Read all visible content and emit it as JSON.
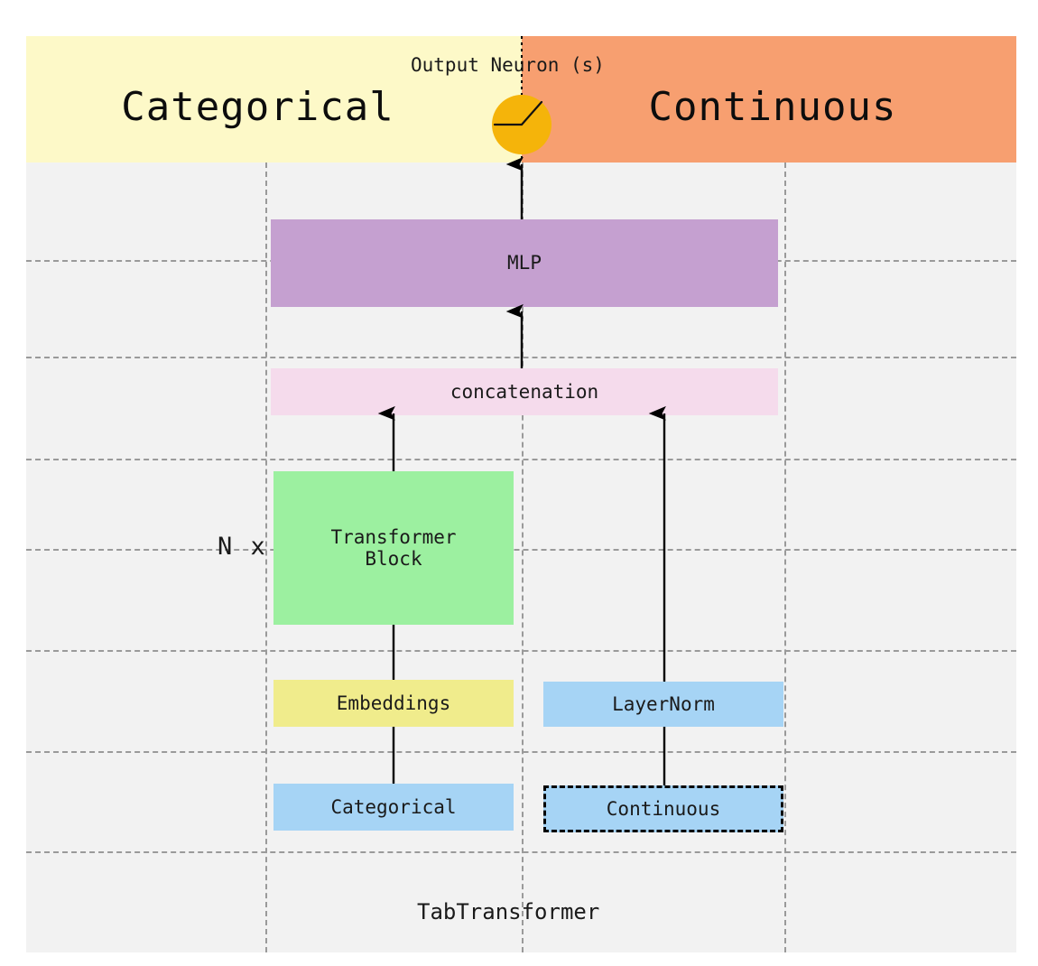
{
  "diagram": {
    "title": "TabTransformer",
    "footer_label": "TabTransformer",
    "output_neuron_label": "Output Neuron (s)",
    "repeat_label": "N x",
    "banners": {
      "left": {
        "label": "Categorical",
        "color": "#fdf9c8"
      },
      "right": {
        "label": "Continuous",
        "color": "#f79f70"
      }
    },
    "neuron": {
      "name": "output-neuron",
      "color": "#f5b40a",
      "glyph": "relu-activation"
    },
    "blocks": [
      {
        "id": "mlp",
        "label": "MLP",
        "color": "#c5a0d0",
        "border": "none"
      },
      {
        "id": "concatenation",
        "label": "concatenation",
        "color": "#f5dbec",
        "border": "none"
      },
      {
        "id": "transformer-block",
        "label": "Transformer\nBlock",
        "color": "#9cf0a0",
        "border": "none"
      },
      {
        "id": "embeddings",
        "label": "Embeddings",
        "color": "#f0ec8c",
        "border": "none"
      },
      {
        "id": "layernorm",
        "label": "LayerNorm",
        "color": "#a6d4f5",
        "border": "none"
      },
      {
        "id": "categorical-input",
        "label": "Categorical",
        "color": "#a6d4f5",
        "border": "none"
      },
      {
        "id": "continuous-input",
        "label": "Continuous",
        "color": "#a6d4f5",
        "border": "dashed-black"
      }
    ],
    "connections": [
      {
        "from": "mlp",
        "to": "output-neuron",
        "style": "arrow"
      },
      {
        "from": "concatenation",
        "to": "mlp",
        "style": "arrow"
      },
      {
        "from": "transformer-block",
        "to": "concatenation",
        "style": "arrow"
      },
      {
        "from": "layernorm",
        "to": "concatenation",
        "style": "arrow"
      },
      {
        "from": "embeddings",
        "to": "transformer-block",
        "style": "line"
      },
      {
        "from": "categorical-input",
        "to": "embeddings",
        "style": "line"
      },
      {
        "from": "continuous-input",
        "to": "layernorm",
        "style": "line"
      }
    ],
    "grid": {
      "color": "#9a9a9a",
      "style": "dashed",
      "horizontal_count": 7,
      "vertical_count": 3
    },
    "background_color": "#f2f2f2"
  }
}
